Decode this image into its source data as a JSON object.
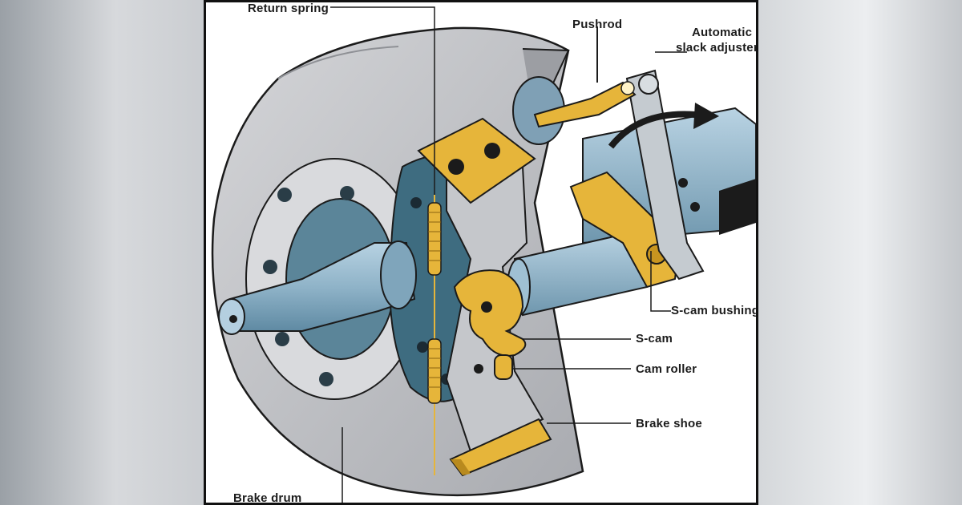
{
  "diagram": {
    "labels": {
      "return_spring": "Return spring",
      "pushrod": "Pushrod",
      "slack_adjuster": [
        "Automatic",
        "slack adjuster"
      ],
      "s_cam_bushing": "S-cam bushing",
      "s_cam": "S-cam",
      "cam_roller": "Cam roller",
      "brake_shoe": "Brake shoe",
      "brake_drum": "Brake drum"
    },
    "colors": {
      "drum": "#bdbec2",
      "axle": "#8fb3c8",
      "backing_plate": "#3e6c80",
      "brass": "#e6b53a",
      "outline": "#1b1b1b"
    }
  }
}
